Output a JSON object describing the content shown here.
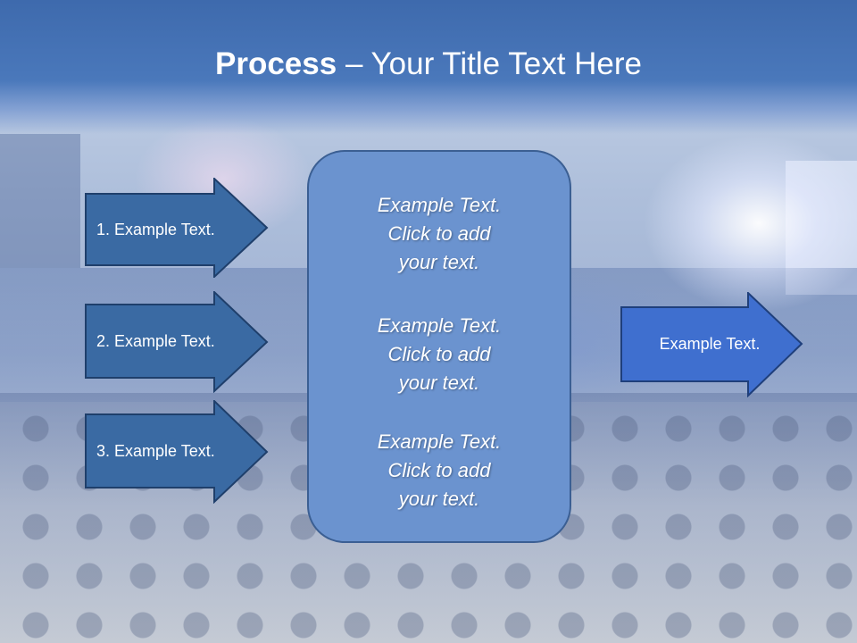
{
  "title": {
    "bold": "Process",
    "rest": " – Your Title Text Here"
  },
  "left_arrows": [
    {
      "label": "1. Example Text."
    },
    {
      "label": "2. Example Text."
    },
    {
      "label": "3. Example Text."
    }
  ],
  "center_blocks": [
    {
      "lines": [
        "Example Text.",
        "Click  to add",
        "your text."
      ]
    },
    {
      "lines": [
        "Example Text.",
        "Click  to add",
        "your text."
      ]
    },
    {
      "lines": [
        "Example Text.",
        "Click  to add",
        "your text."
      ]
    }
  ],
  "right_arrow": {
    "label": "Example Text."
  },
  "colors": {
    "left_arrow_fill": "#3a6aa3",
    "left_arrow_stroke": "#1f3f6b",
    "right_arrow_fill": "#3f6fcf",
    "right_arrow_stroke": "#1f3f7b",
    "center_box_fill": "#6b93cf"
  }
}
